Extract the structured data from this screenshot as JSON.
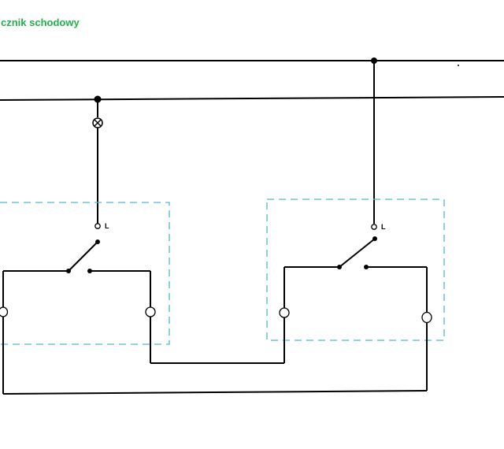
{
  "diagram": {
    "title": "cznik schodowy",
    "title_color": "#22b14c",
    "switch_left": {
      "terminal_label": "L"
    },
    "switch_right": {
      "terminal_label": "L"
    },
    "colors": {
      "wire": "#000000",
      "enclosure": "#4fb6dc"
    }
  }
}
